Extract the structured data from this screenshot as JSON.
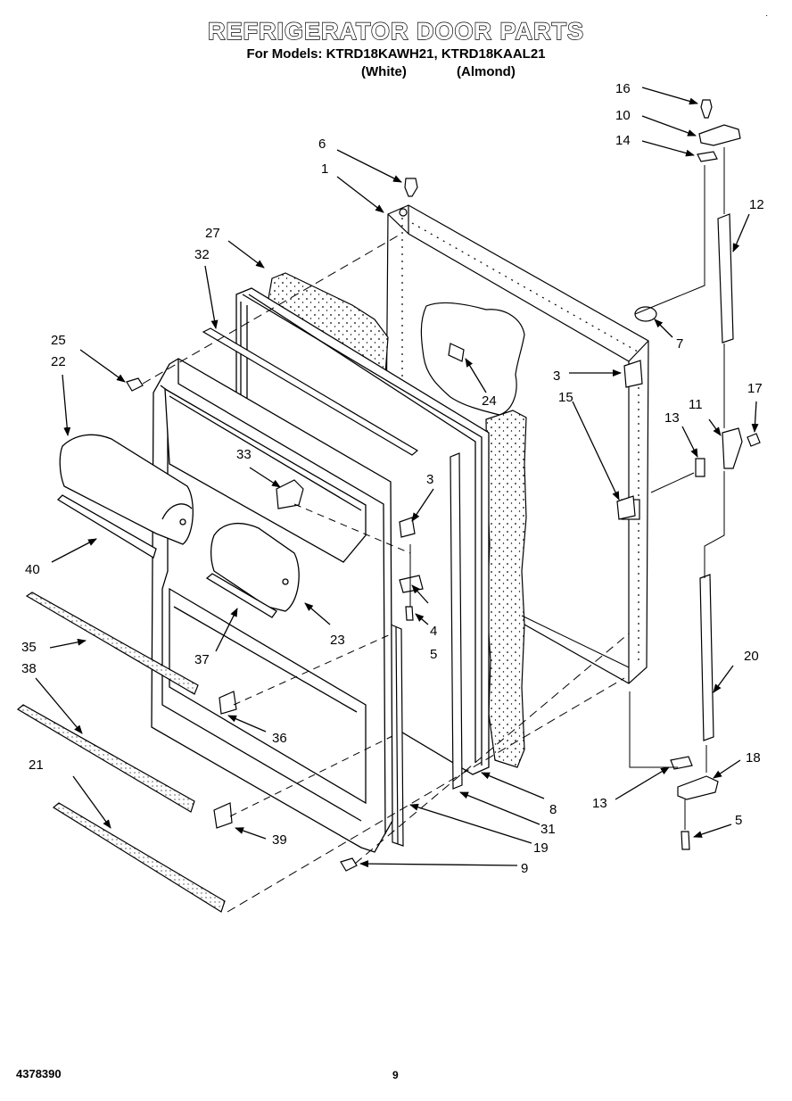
{
  "header": {
    "title": "REFRIGERATOR DOOR PARTS",
    "models_line": "For Models: KTRD18KAWH21, KTRD18KAAL21",
    "variant_white": "(White)",
    "variant_almond": "(Almond)"
  },
  "corner_mark": "·",
  "footer": {
    "doc_number": "4378390",
    "page_number": "9"
  },
  "callouts": {
    "c1": "1",
    "c3a": "3",
    "c3b": "3",
    "c4": "4",
    "c5a": "5",
    "c5b": "5",
    "c6": "6",
    "c7": "7",
    "c8": "8",
    "c9": "9",
    "c10": "10",
    "c11": "11",
    "c12": "12",
    "c13a": "13",
    "c13b": "13",
    "c14": "14",
    "c15": "15",
    "c16": "16",
    "c17": "17",
    "c18": "18",
    "c19": "19",
    "c20": "20",
    "c21": "21",
    "c22": "22",
    "c23": "23",
    "c24": "24",
    "c25": "25",
    "c27": "27",
    "c31": "31",
    "c32": "32",
    "c33": "33",
    "c35": "35",
    "c36": "36",
    "c37": "37",
    "c38": "38",
    "c39": "39",
    "c40": "40"
  }
}
